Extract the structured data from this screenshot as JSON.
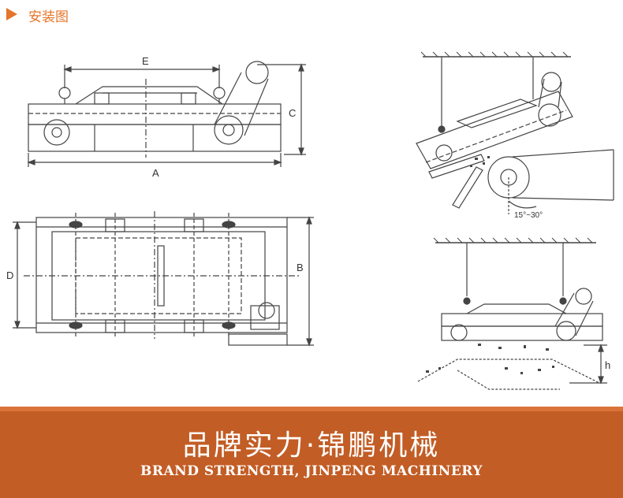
{
  "header": {
    "title": "安装图"
  },
  "dimensions": {
    "A": "A",
    "B": "B",
    "C": "C",
    "D": "D",
    "E": "E",
    "h": "h",
    "angle": "15°~30°"
  },
  "banner": {
    "cn": "品牌实力·锦鹏机械",
    "en": "BRAND STRENGTH, JINPENG MACHINERY"
  },
  "colors": {
    "accent": "#e4752a",
    "banner": "#c25d25",
    "line": "#444444"
  }
}
